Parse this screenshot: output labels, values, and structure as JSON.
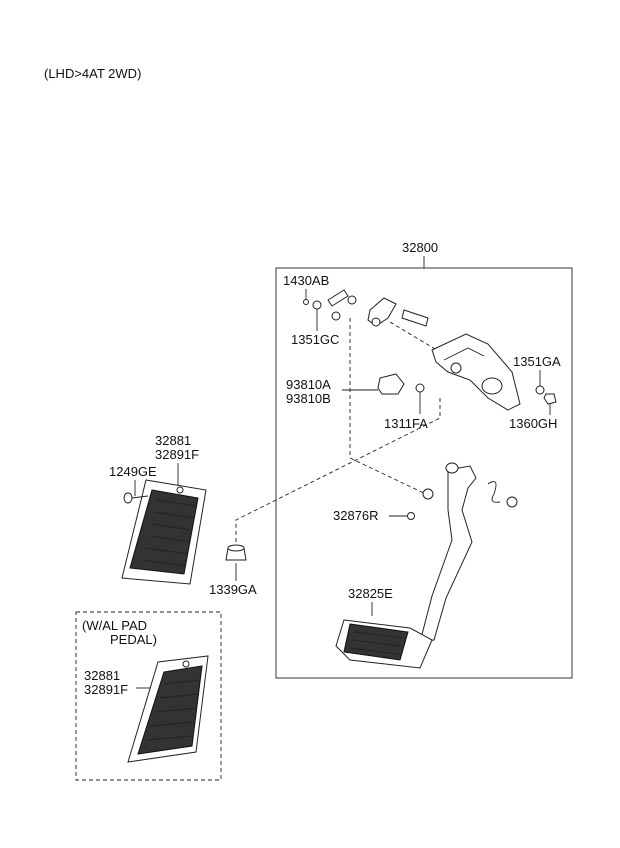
{
  "header": {
    "variant": "(LHD>4AT 2WD)"
  },
  "assembly": {
    "number": "32800"
  },
  "parts": {
    "p1430AB": "1430AB",
    "p1351GC": "1351GC",
    "p1351GA": "1351GA",
    "p93810A": "93810A",
    "p93810B": "93810B",
    "p1311FA": "1311FA",
    "p1360GH": "1360GH",
    "p32881": "32881",
    "p32891F": "32891F",
    "p1249GE": "1249GE",
    "p32876R": "32876R",
    "p1339GA": "1339GA",
    "p32825E": "32825E"
  },
  "option_box": {
    "title_line1": "(W/AL PAD",
    "title_line2": "PEDAL)",
    "p32881": "32881",
    "p32891F": "32891F"
  }
}
